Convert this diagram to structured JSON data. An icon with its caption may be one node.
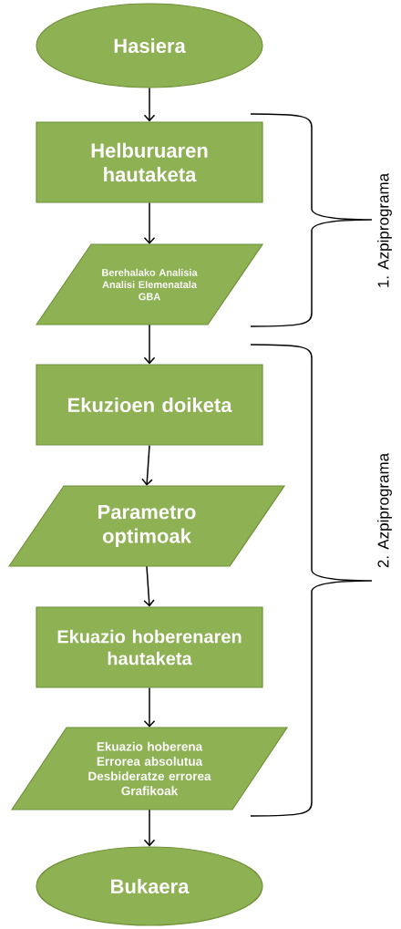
{
  "diagram": {
    "nodes": [
      {
        "text": [
          "Hasiera"
        ]
      },
      {
        "text": [
          "Helburuaren hautaketa"
        ]
      },
      {
        "text": [
          "Berehalako Analisia",
          "Analisi Elemenatala",
          "GBA"
        ]
      },
      {
        "text": [
          "Ekuzioen doiketa"
        ]
      },
      {
        "text": [
          "Parametro optimoak"
        ]
      },
      {
        "text": [
          "Ekuazio hoberenaren hautaketa"
        ]
      },
      {
        "text": [
          "Ekuazio hoberena",
          "Errorea absolutua",
          "Desbideratze errorea",
          "Grafikoak"
        ]
      },
      {
        "text": [
          "Bukaera"
        ]
      }
    ],
    "edges": [
      {
        "from": 0,
        "to": 1,
        "arrow": "to"
      },
      {
        "from": 1,
        "to": 2,
        "arrow": "to"
      },
      {
        "from": 2,
        "to": 3,
        "arrow": "to"
      },
      {
        "from": 3,
        "to": 4,
        "arrow": "to"
      },
      {
        "from": 4,
        "to": 5,
        "arrow": "to"
      },
      {
        "from": 5,
        "to": 6,
        "arrow": "to"
      },
      {
        "from": 6,
        "to": 7,
        "arrow": "to"
      }
    ],
    "labels": [
      "1. Azpiprograma",
      "2. Azpiprograma"
    ]
  }
}
